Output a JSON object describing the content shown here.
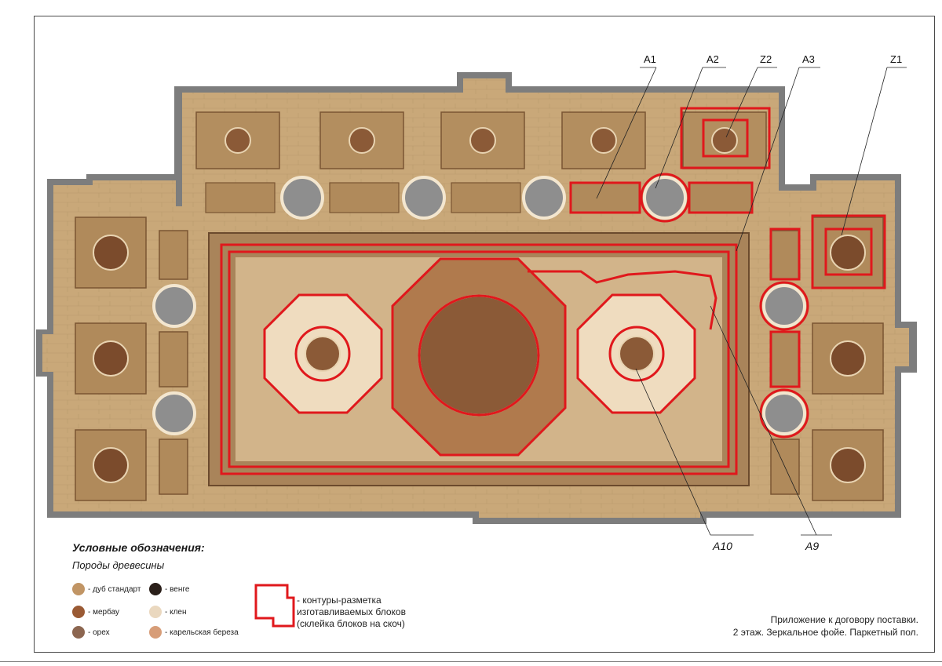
{
  "colors": {
    "parquet": "#c9a879",
    "parquet_dark": "#b48f5e",
    "wall": "#7d7d7d",
    "marker": "#e0181c",
    "circle_fill": "#8e8e8e"
  },
  "callouts": {
    "a1": "A1",
    "a2": "A2",
    "z2": "Z2",
    "a3": "A3",
    "z1": "Z1",
    "a10": "A10",
    "a9": "A9"
  },
  "legend": {
    "title": "Условные обозначения:",
    "subtitle": "Породы древесины",
    "woods": [
      {
        "label": "- дуб стандарт",
        "color": "#c19565"
      },
      {
        "label": "- мербау",
        "color": "#9a5a34"
      },
      {
        "label": "- орех",
        "color": "#8c6650"
      },
      {
        "label": "- венге",
        "color": "#2a1f1a"
      },
      {
        "label": "- клен",
        "color": "#ead8bf"
      },
      {
        "label": "- карельская береза",
        "color": "#d79d78"
      }
    ],
    "outline_line1": "- контуры-разметка",
    "outline_line2": "изготавливаемых блоков",
    "outline_line3": "(склейка блоков на скоч)"
  },
  "caption": {
    "line1": "Приложение к договору поставки.",
    "line2": "2 этаж. Зеркальное фойе. Паркетный пол."
  }
}
